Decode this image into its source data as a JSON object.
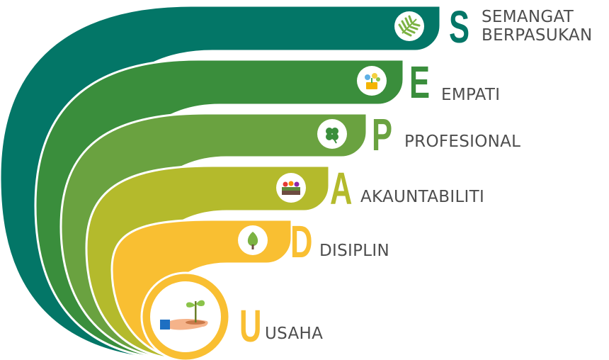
{
  "values": [
    {
      "letter": "S",
      "word_lines": [
        "SEMANGAT",
        "BERPASUKAN"
      ],
      "color": "#037667",
      "icon": "fern-leaf-icon"
    },
    {
      "letter": "E",
      "word_lines": [
        "EMPATI"
      ],
      "color": "#3a8e3c",
      "icon": "flower-pot-icon"
    },
    {
      "letter": "P",
      "word_lines": [
        "PROFESIONAL"
      ],
      "color": "#6aa240",
      "icon": "clover-icon"
    },
    {
      "letter": "A",
      "word_lines": [
        "AKAUNTABILITI"
      ],
      "color": "#b4ba2c",
      "icon": "flower-box-icon"
    },
    {
      "letter": "D",
      "word_lines": [
        "DISIPLIN"
      ],
      "color": "#f9bf32",
      "icon": "tree-icon"
    },
    {
      "letter": "U",
      "word_lines": [
        "USAHA"
      ],
      "color": "#f9bf32",
      "icon": "hand-seedling-icon"
    }
  ]
}
